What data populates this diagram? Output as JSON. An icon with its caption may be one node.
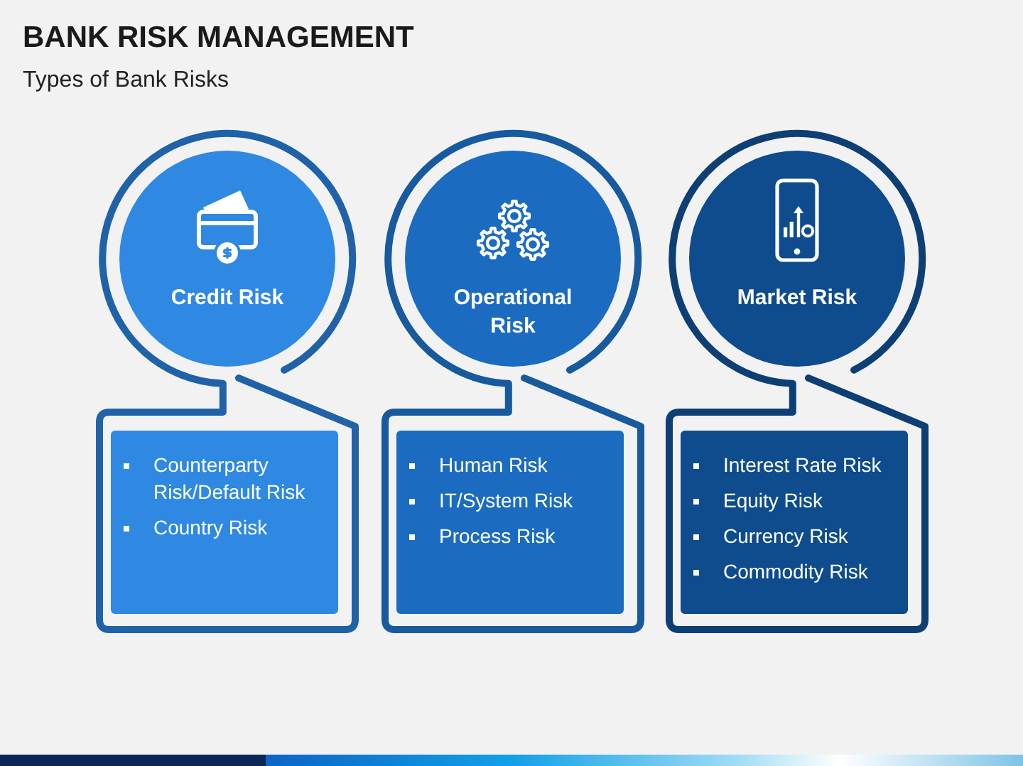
{
  "diagram": {
    "title": "BANK RISK MANAGEMENT",
    "nodes": [
      {
        "text": [
          "Credit Risk"
        ]
      },
      {
        "text": [
          "Counterparty Risk/Default Risk",
          "Country Risk"
        ]
      },
      {
        "text": [
          "Operational Risk"
        ]
      },
      {
        "text": [
          "Human Risk",
          "IT/System Risk",
          "Process Risk"
        ]
      },
      {
        "text": [
          "Market Risk"
        ]
      },
      {
        "text": [
          "Interest Rate Risk",
          "Equity Risk",
          "Currency Risk",
          "Commodity Risk"
        ]
      }
    ],
    "labels": [
      "Types of Bank Risks"
    ]
  }
}
